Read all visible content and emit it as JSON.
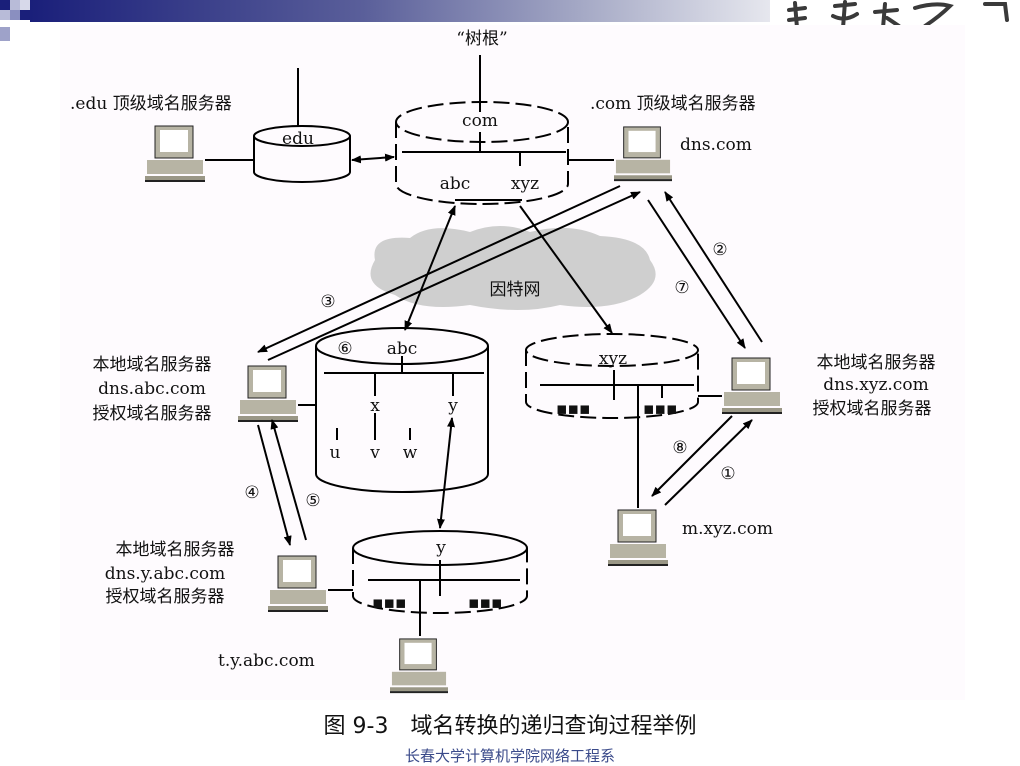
{
  "slide": {
    "caption": "图 9-3　域名转换的递归查询过程举例",
    "footer": "长春大学计算机学院网络工程系",
    "header_colors": {
      "band_start": "#1a1f7a",
      "band_end": "#e6e7ee"
    }
  },
  "diagram": {
    "root_label": "“树根”",
    "edu_server_label": ".edu 顶级域名服务器",
    "edu_domain": "edu",
    "com_server_label": ".com 顶级域名服务器",
    "com_server_host": "dns.com",
    "com_domain": "com",
    "com_children": [
      "abc",
      "xyz"
    ],
    "internet_label": "因特网",
    "abc_zone": {
      "label": "abc",
      "children": [
        "x",
        "y"
      ],
      "leaves": [
        "u",
        "v",
        "w"
      ]
    },
    "xyz_zone": {
      "label": "xyz",
      "ellipsis": "▪▪▪"
    },
    "y_zone": {
      "label": "y",
      "ellipsis": "▪▪▪"
    },
    "abc_server": {
      "line1": "本地域名服务器",
      "line2": "dns.abc.com",
      "line3": "授权域名服务器"
    },
    "xyz_server": {
      "line1": "本地域名服务器",
      "line2": "dns.xyz.com",
      "line3": "授权域名服务器"
    },
    "y_server": {
      "line1": "本地域名服务器",
      "line2": "dns.y.abc.com",
      "line3": "授权域名服务器"
    },
    "host_m": "m.xyz.com",
    "host_t": "t.y.abc.com",
    "steps": [
      "①",
      "②",
      "③",
      "④",
      "⑤",
      "⑥",
      "⑦",
      "⑧"
    ]
  }
}
